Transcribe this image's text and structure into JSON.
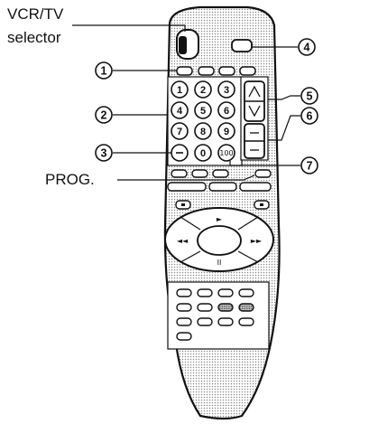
{
  "labels": {
    "vcr_tv_line1": "VCR/TV",
    "vcr_tv_line2": "selector",
    "prog": "PROG."
  },
  "callouts": [
    "1",
    "2",
    "3",
    "4",
    "5",
    "6",
    "7"
  ],
  "keypad": {
    "digits": [
      "1",
      "2",
      "3",
      "4",
      "5",
      "6",
      "7",
      "8",
      "9",
      "0"
    ],
    "hundred_key": "100"
  },
  "transport_glyphs": {
    "play": "►",
    "rewind": "◄◄",
    "fast_forward": "►►",
    "pause": "II"
  }
}
